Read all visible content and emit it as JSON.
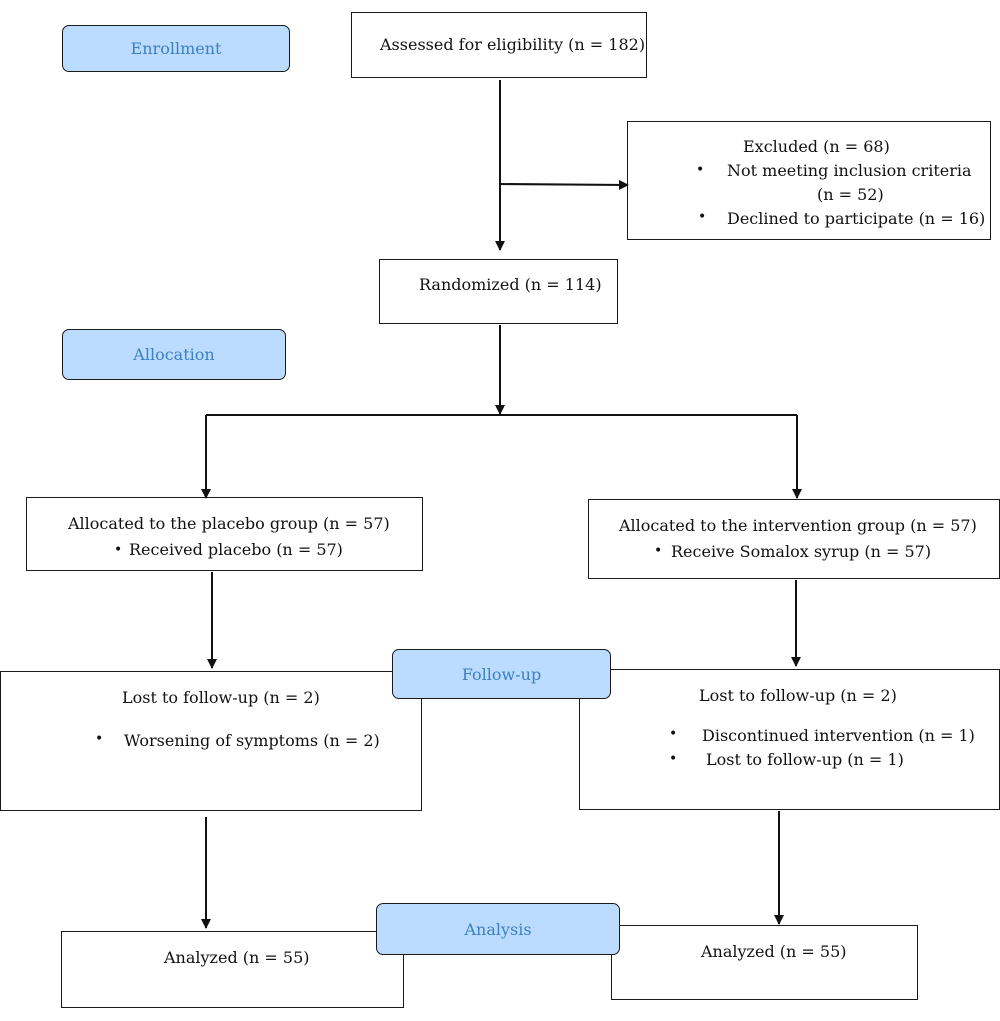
{
  "stages": {
    "enrollment": "Enrollment",
    "allocation": "Allocation",
    "followup": "Follow-up",
    "analysis": "Analysis"
  },
  "assessed": "Assessed for eligibility (n = 182)",
  "excluded": {
    "title": "Excluded (n = 68)",
    "items": [
      "Not meeting inclusion criteria",
      "(n = 52)",
      "Declined to participate (n = 16)"
    ]
  },
  "randomized": "Randomized (n = 114)",
  "placebo": {
    "title": "Allocated to the placebo group (n = 57)",
    "item": "Received placebo (n = 57)",
    "lost_title": "Lost to follow-up (n = 2)",
    "lost_item": "Worsening of symptoms (n = 2)",
    "analyzed": "Analyzed (n = 55)"
  },
  "intervention": {
    "title": "Allocated to the intervention group (n = 57)",
    "item": "Receive Somalox syrup (n = 57)",
    "lost_title": "Lost to follow-up (n = 2)",
    "lost_items": [
      "Discontinued intervention (n = 1)",
      "Lost to follow-up (n = 1)"
    ],
    "analyzed": "Analyzed (n = 55)"
  }
}
